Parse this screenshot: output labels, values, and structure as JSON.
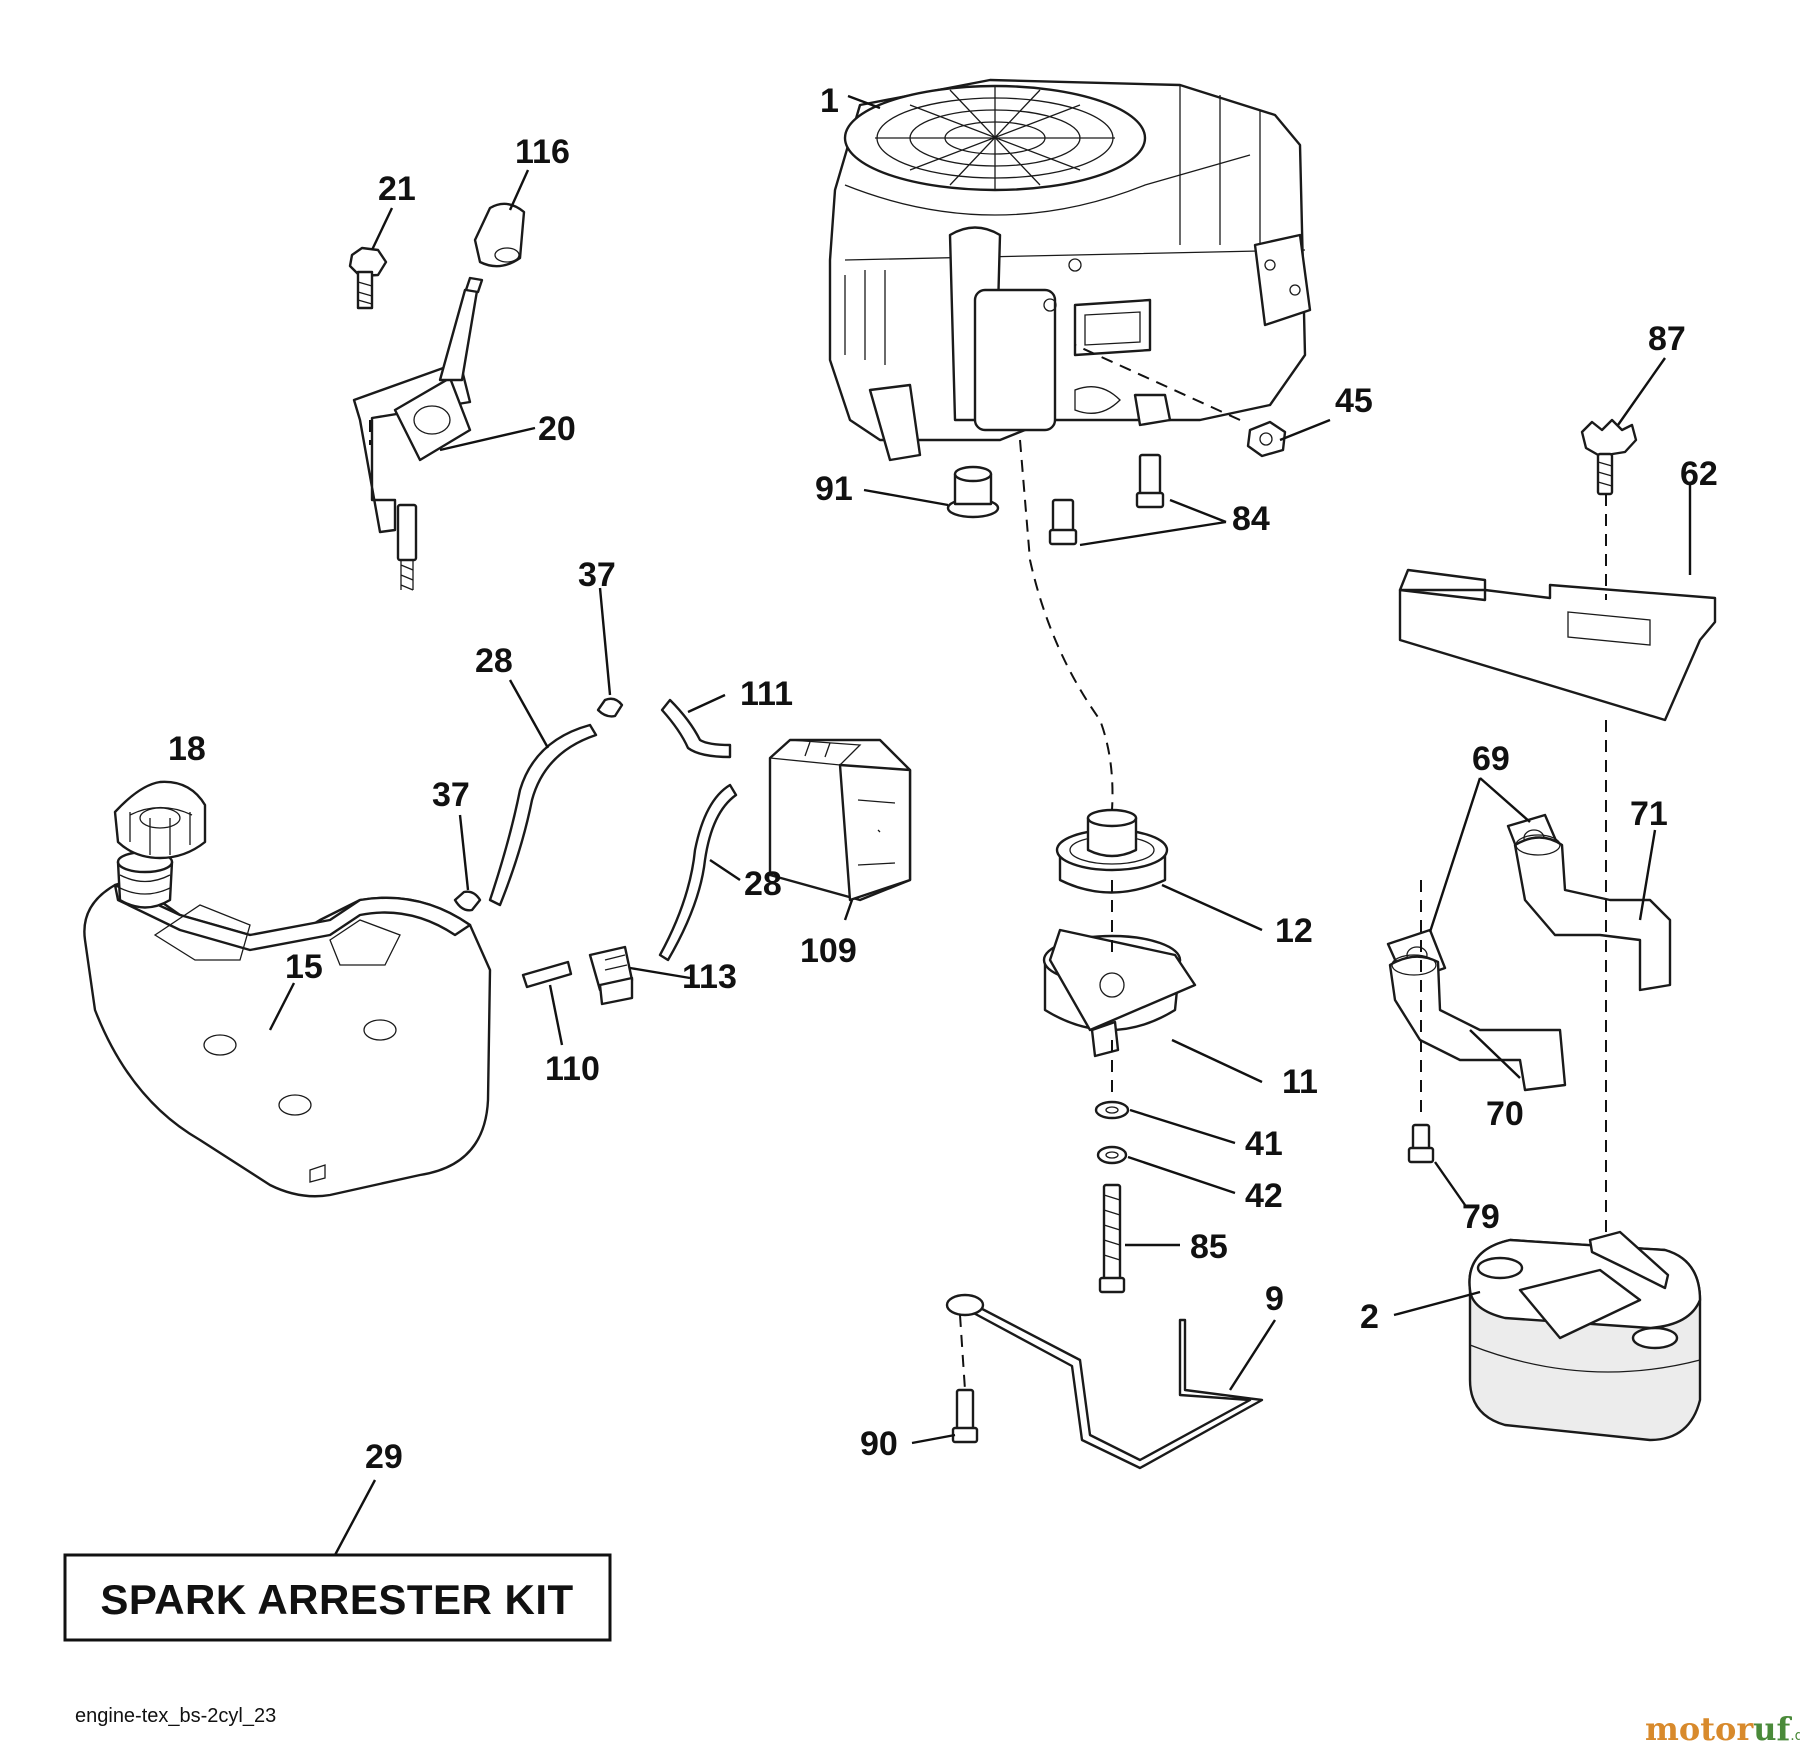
{
  "callouts": [
    "1",
    "116",
    "21",
    "20",
    "91",
    "45",
    "84",
    "87",
    "62",
    "37",
    "28",
    "111",
    "18",
    "37",
    "28",
    "109",
    "113",
    "15",
    "110",
    "12",
    "11",
    "69",
    "71",
    "70",
    "41",
    "42",
    "79",
    "85",
    "9",
    "2",
    "90",
    "29"
  ],
  "spark_arrester_kit": "SPARK ARRESTER KIT",
  "drawing_reference": "engine-tex_bs-2cyl_23",
  "watermark": {
    "part1": "motor",
    "part2": "uf",
    "suffix": ".de"
  }
}
